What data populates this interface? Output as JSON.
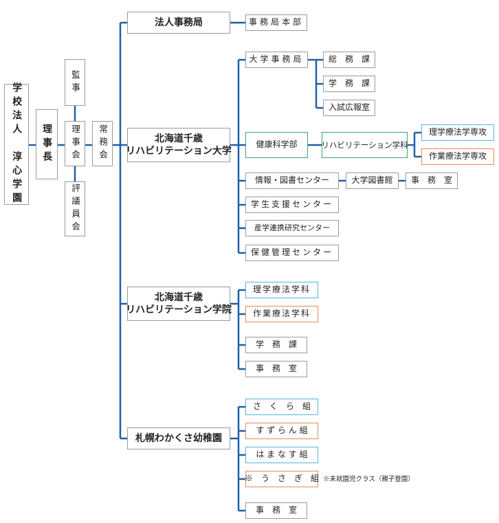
{
  "root": {
    "name": "学校法人　淳心学園"
  },
  "chairman": "理事長",
  "auditor": "監事",
  "board": "理事会",
  "council": "評議員会",
  "standing": "常務会",
  "corp_office": {
    "name": "法人事務局",
    "children": [
      "事務局本部"
    ]
  },
  "university": {
    "name_line1": "北海道千歳",
    "name_line2": "リハビリテーション大学",
    "admin": {
      "name": "大学事務局",
      "sections": [
        "総　務　課",
        "学　務　課",
        "入試広報室"
      ]
    },
    "faculty": {
      "name": "健康科学部",
      "department": "リハビリテーション学科",
      "majors": [
        "理学療法学専攻",
        "作業療法学専攻"
      ]
    },
    "info_center": {
      "name": "情報・図書センター",
      "library": "大学図書館",
      "office": "事　務　室"
    },
    "centers": [
      "学生支援センター",
      "産学連携研究センター",
      "保健管理センター"
    ]
  },
  "college": {
    "name_line1": "北海道千歳",
    "name_line2": "リハビリテーション学院",
    "children": [
      "理学療法学科",
      "作業療法学科",
      "学　務　課",
      "事　務　室"
    ]
  },
  "kindergarten": {
    "name": "札幌わかくさ幼稚園",
    "classes": [
      "さ　く　ら　組",
      "す ず ら ん 組",
      "は ま な す 組",
      "※　う　さ　ぎ　組"
    ],
    "note": "※未就園児クラス（親子登園）",
    "office": "事　務　室"
  }
}
